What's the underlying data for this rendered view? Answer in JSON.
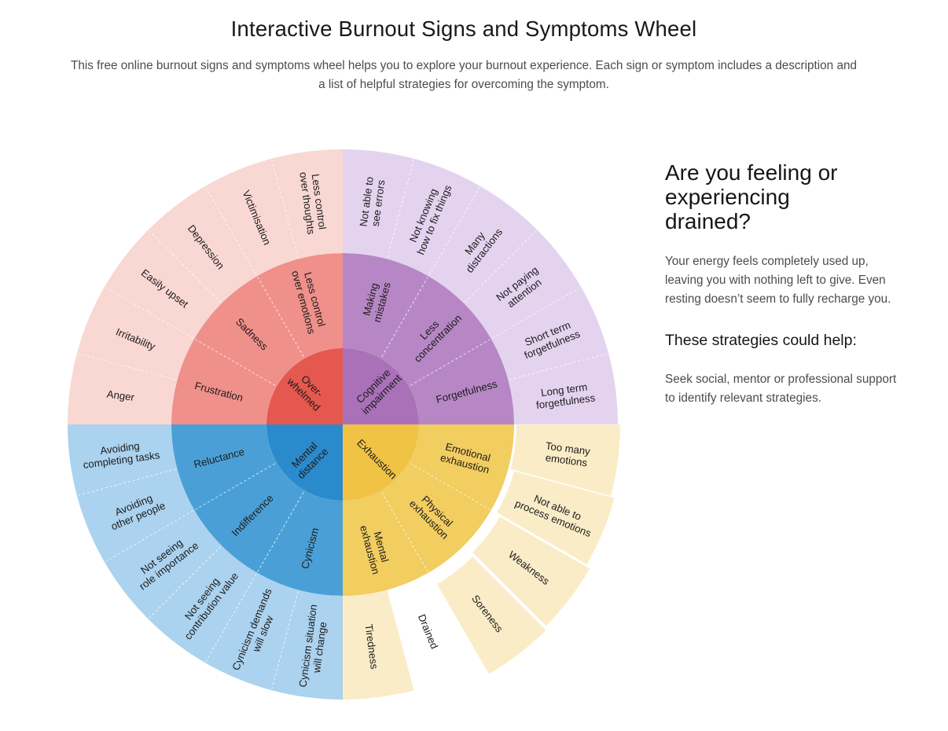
{
  "header": {
    "title": "Interactive Burnout Signs and Symptoms Wheel",
    "subtitle": "This free online burnout signs and symptoms wheel helps you to explore your burnout experience. Each sign or symptom includes a description and a list of helpful strategies for overcoming the symptom."
  },
  "info_panel": {
    "heading": "Are you feeling or experiencing drained?",
    "description": "Your energy feels completely used up, leaving you with nothing left to give. Even resting doesn’t seem to fully recharge you.",
    "strategies_heading": "These strategies could help:",
    "strategies_text": "Seek social, mentor or professional support to identify relevant strategies."
  },
  "chart_data": {
    "type": "sunburst",
    "title": "Burnout signs and symptoms wheel",
    "selected_symptom": "Drained",
    "exploded_symptoms": [
      "Too many emotions",
      "Not able to process emotions",
      "Weakness",
      "Soreness"
    ],
    "text_color": "#1c1c1c",
    "quadrants": [
      {
        "name": "Overwhelmed",
        "center_label": "Over-whelmed",
        "center_lines": [
          "Over-",
          "whelmed"
        ],
        "start_angle": 270,
        "colors": {
          "inner": "#e4584f",
          "middle": "#f0908a",
          "outer": "#f9d7d3"
        },
        "signs": [
          {
            "label": "Frustration",
            "lines": [
              "Frustration"
            ],
            "symptoms": [
              {
                "label": "Anger",
                "lines": [
                  "Anger"
                ]
              },
              {
                "label": "Irritability",
                "lines": [
                  "Irritability"
                ]
              }
            ]
          },
          {
            "label": "Sadness",
            "lines": [
              "Sadness"
            ],
            "symptoms": [
              {
                "label": "Easily upset",
                "lines": [
                  "Easily upset"
                ]
              },
              {
                "label": "Depression",
                "lines": [
                  "Depression"
                ]
              }
            ]
          },
          {
            "label": "Less control over emotions",
            "lines": [
              "Less control",
              "over emotions"
            ],
            "symptoms": [
              {
                "label": "Victimisation",
                "lines": [
                  "Victimisation"
                ]
              },
              {
                "label": "Less control over thoughts",
                "lines": [
                  "Less control",
                  "over thoughts"
                ]
              }
            ]
          }
        ]
      },
      {
        "name": "Cognitive impairment",
        "center_label": "Cognitive impairment",
        "center_lines": [
          "Cognitive",
          "impairment"
        ],
        "start_angle": 0,
        "colors": {
          "inner": "#a971b8",
          "middle": "#b787c5",
          "outer": "#e4d3ee"
        },
        "signs": [
          {
            "label": "Making mistakes",
            "lines": [
              "Making",
              "mistakes"
            ],
            "symptoms": [
              {
                "label": "Not able to see errors",
                "lines": [
                  "Not able to",
                  "see errors"
                ]
              },
              {
                "label": "Not knowing how to fix things",
                "lines": [
                  "Not knowing",
                  "how to fix things"
                ]
              }
            ]
          },
          {
            "label": "Less concentration",
            "lines": [
              "Less",
              "concentration"
            ],
            "symptoms": [
              {
                "label": "Many distractions",
                "lines": [
                  "Many",
                  "distractions"
                ]
              },
              {
                "label": "Not paying attention",
                "lines": [
                  "Not paying",
                  "attention"
                ]
              }
            ]
          },
          {
            "label": "Forgetfulness",
            "lines": [
              "Forgetfulness"
            ],
            "symptoms": [
              {
                "label": "Short term forgetfulness",
                "lines": [
                  "Short term",
                  "forgetfulness"
                ]
              },
              {
                "label": "Long term forgetfulness",
                "lines": [
                  "Long term",
                  "forgetfulness"
                ]
              }
            ]
          }
        ]
      },
      {
        "name": "Exhaustion",
        "center_label": "Exhaustion",
        "center_lines": [
          "Exhaustion"
        ],
        "start_angle": 90,
        "colors": {
          "inner": "#f0c344",
          "middle": "#f2cd60",
          "outer": "#faecc7"
        },
        "signs": [
          {
            "label": "Emotional exhaustion",
            "lines": [
              "Emotional",
              "exhaustion"
            ],
            "symptoms": [
              {
                "label": "Too many emotions",
                "lines": [
                  "Too many",
                  "emotions"
                ]
              },
              {
                "label": "Not able to process emotions",
                "lines": [
                  "Not able to",
                  "process emotions"
                ]
              }
            ]
          },
          {
            "label": "Physical exhaustion",
            "lines": [
              "Physical",
              "exhaustion"
            ],
            "symptoms": [
              {
                "label": "Weakness",
                "lines": [
                  "Weakness"
                ]
              },
              {
                "label": "Soreness",
                "lines": [
                  "Soreness"
                ]
              }
            ]
          },
          {
            "label": "Mental exhaustion",
            "lines": [
              "Mental",
              "exhaustion"
            ],
            "symptoms": [
              {
                "label": "Drained",
                "lines": [
                  "Drained"
                ]
              },
              {
                "label": "Tiredness",
                "lines": [
                  "Tiredness"
                ]
              }
            ]
          }
        ]
      },
      {
        "name": "Mental distance",
        "center_label": "Mental distance",
        "center_lines": [
          "Mental",
          "distance"
        ],
        "start_angle": 180,
        "colors": {
          "inner": "#2b8acb",
          "middle": "#4aa0d6",
          "outer": "#abd2ee"
        },
        "signs": [
          {
            "label": "Cynicism",
            "lines": [
              "Cynicism"
            ],
            "symptoms": [
              {
                "label": "Cynicism situation will change",
                "lines": [
                  "Cynicism situation",
                  "will change"
                ]
              },
              {
                "label": "Cynicism demands will slow",
                "lines": [
                  "Cynicism demands",
                  "will slow"
                ]
              }
            ]
          },
          {
            "label": "Indifference",
            "lines": [
              "Indifference"
            ],
            "symptoms": [
              {
                "label": "Not seeing contribution value",
                "lines": [
                  "Not seeing",
                  "contribution value"
                ]
              },
              {
                "label": "Not seeing role importance",
                "lines": [
                  "Not seeing",
                  "role importance"
                ]
              }
            ]
          },
          {
            "label": "Reluctance",
            "lines": [
              "Reluctance"
            ],
            "symptoms": [
              {
                "label": "Avoiding other people",
                "lines": [
                  "Avoiding",
                  "other people"
                ]
              },
              {
                "label": "Avoiding completing tasks",
                "lines": [
                  "Avoiding",
                  "completing tasks"
                ]
              }
            ]
          }
        ]
      }
    ]
  }
}
